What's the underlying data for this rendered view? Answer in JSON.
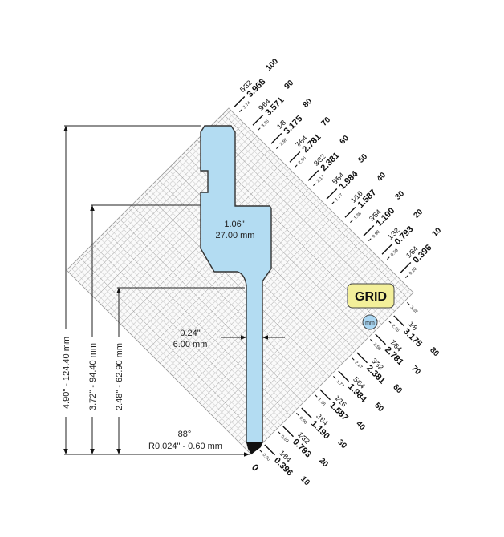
{
  "dimensions": {
    "total_height": "4.90\" - 124.40 mm",
    "shoulder_height": "3.72\" - 94.40 mm",
    "neck_height": "2.48\" - 62.90 mm",
    "body_width_in": "1.06\"",
    "body_width_mm": "27.00 mm",
    "neck_width_in": "0.24\"",
    "neck_width_mm": "6.00 mm",
    "tip_angle": "88°",
    "tip_radius": "R0.024\" - 0.60 mm"
  },
  "grid_button": {
    "label": "GRID"
  },
  "unit_button": {
    "label": "mm"
  },
  "origin_label": "0",
  "colors": {
    "tool_fill": "#b3dcf2",
    "grid_button": "#f3ef9a",
    "unit_button": "#a9d6f2"
  },
  "upper_scale": [
    {
      "value": "100",
      "fraction": "5⁄32",
      "decimal": "3.968",
      "small": "3.74"
    },
    {
      "value": "90",
      "fraction": "9⁄64",
      "decimal": "3.571",
      "small": "3.35"
    },
    {
      "value": "80",
      "fraction": "1⁄8",
      "decimal": "3.175",
      "small": "2.95"
    },
    {
      "value": "70",
      "fraction": "7⁄64",
      "decimal": "2.781",
      "small": "2.56"
    },
    {
      "value": "60",
      "fraction": "3⁄32",
      "decimal": "2.381",
      "small": "2.17"
    },
    {
      "value": "50",
      "fraction": "5⁄64",
      "decimal": "1.984",
      "small": "1.77"
    },
    {
      "value": "40",
      "fraction": "1⁄16",
      "decimal": "1.587",
      "small": "1.38"
    },
    {
      "value": "30",
      "fraction": "3⁄64",
      "decimal": "1.190",
      "small": "0.98"
    },
    {
      "value": "20",
      "fraction": "1⁄32",
      "decimal": "0.793",
      "small": "0.59"
    },
    {
      "value": "10",
      "fraction": "1⁄64",
      "decimal": "0.396",
      "small": "0.20"
    }
  ],
  "lower_scale": [
    {
      "value": "10",
      "fraction": "1⁄64",
      "decimal": "0.396",
      "small": "0.20"
    },
    {
      "value": "20",
      "fraction": "1⁄32",
      "decimal": "0.793",
      "small": "0.59"
    },
    {
      "value": "30",
      "fraction": "3⁄64",
      "decimal": "1.190",
      "small": "0.98"
    },
    {
      "value": "40",
      "fraction": "1⁄16",
      "decimal": "1.587",
      "small": "1.38"
    },
    {
      "value": "50",
      "fraction": "5⁄64",
      "decimal": "1.984",
      "small": "1.77"
    },
    {
      "value": "60",
      "fraction": "3⁄32",
      "decimal": "2.381",
      "small": "2.17"
    },
    {
      "value": "70",
      "fraction": "7⁄64",
      "decimal": "2.781",
      "small": "2.56"
    },
    {
      "value": "80",
      "fraction": "1⁄8",
      "decimal": "3.175",
      "small": "2.95"
    },
    {
      "value": "",
      "fraction": "",
      "decimal": "",
      "small": "3.35"
    }
  ]
}
